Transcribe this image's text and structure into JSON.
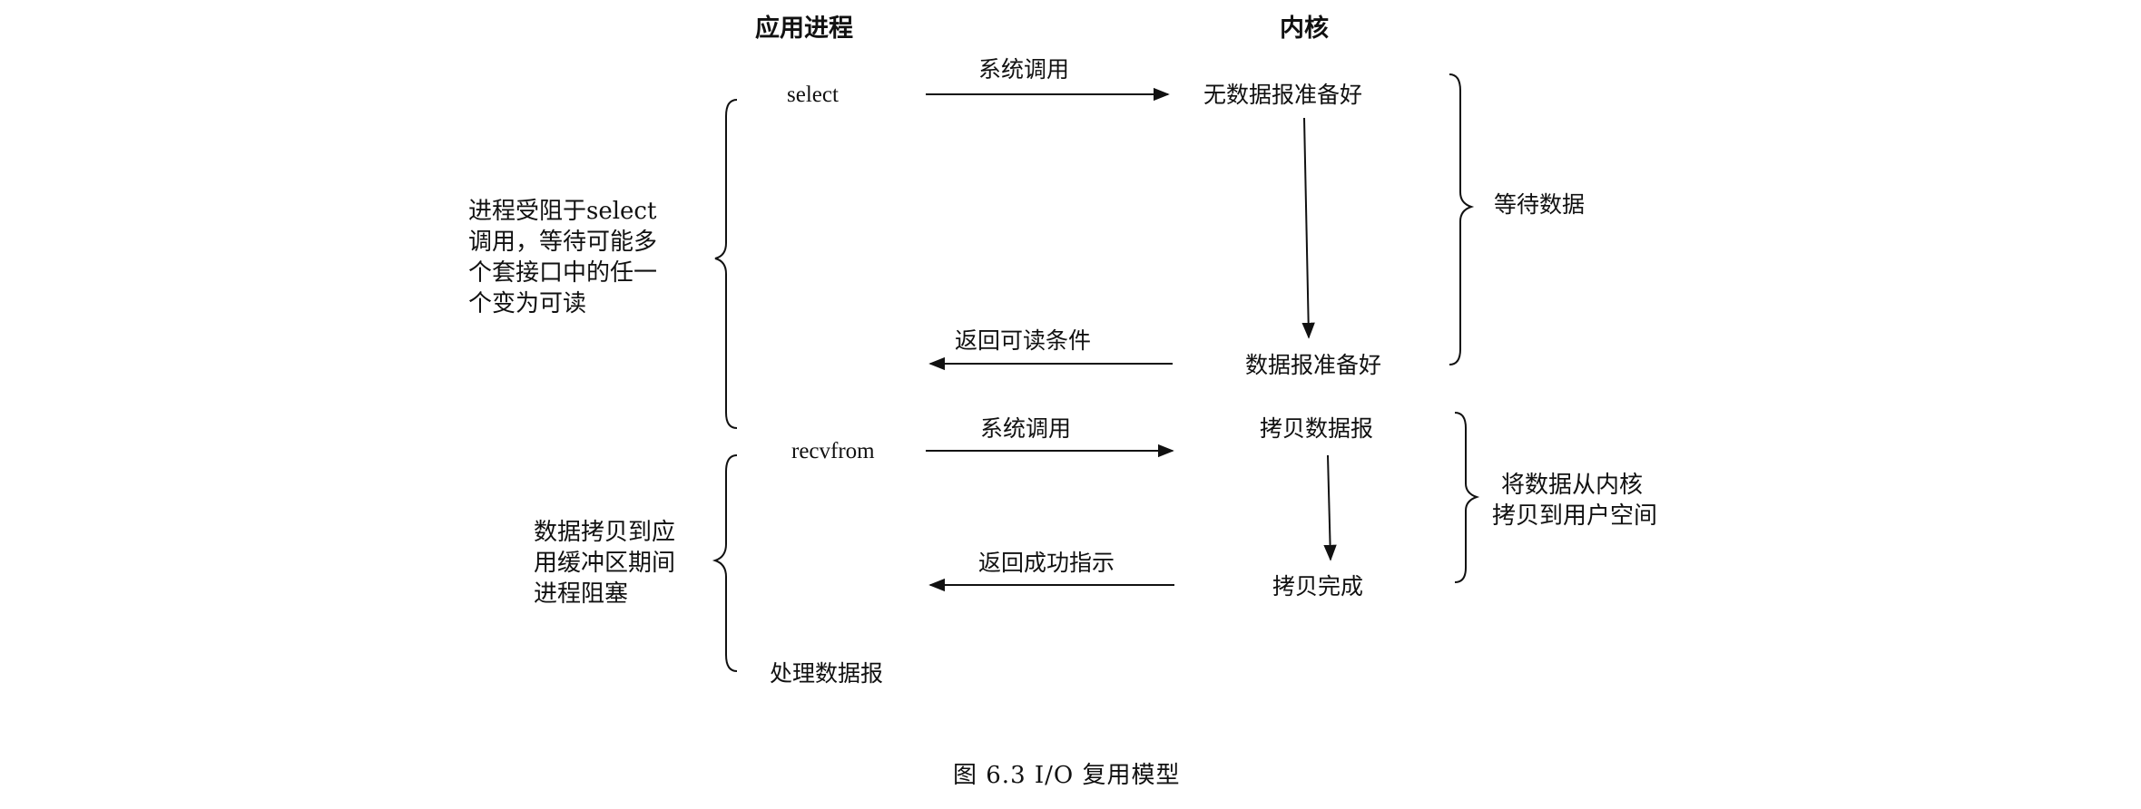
{
  "headers": {
    "app": "应用进程",
    "kernel": "内核"
  },
  "app_side": {
    "select": "select",
    "recvfrom": "recvfrom",
    "process": "处理数据报"
  },
  "arrows": {
    "syscall_1": "系统调用",
    "return_readable": "返回可读条件",
    "syscall_2": "系统调用",
    "return_success": "返回成功指示"
  },
  "kernel_side": {
    "no_data": "无数据报准备好",
    "data_ready": "数据报准备好",
    "copy_data": "拷贝数据报",
    "copy_done": "拷贝完成"
  },
  "left_notes": {
    "blocked_select": [
      "进程受阻于select",
      "调用，等待可能多",
      "个套接口中的任一",
      "个变为可读"
    ],
    "blocked_copy": [
      "数据拷贝到应",
      "用缓冲区期间",
      "进程阻塞"
    ]
  },
  "right_notes": {
    "wait_data": "等待数据",
    "copy_to_user": [
      "将数据从内核",
      "拷贝到用户空间"
    ]
  },
  "caption": "图 6.3   I/O 复用模型"
}
